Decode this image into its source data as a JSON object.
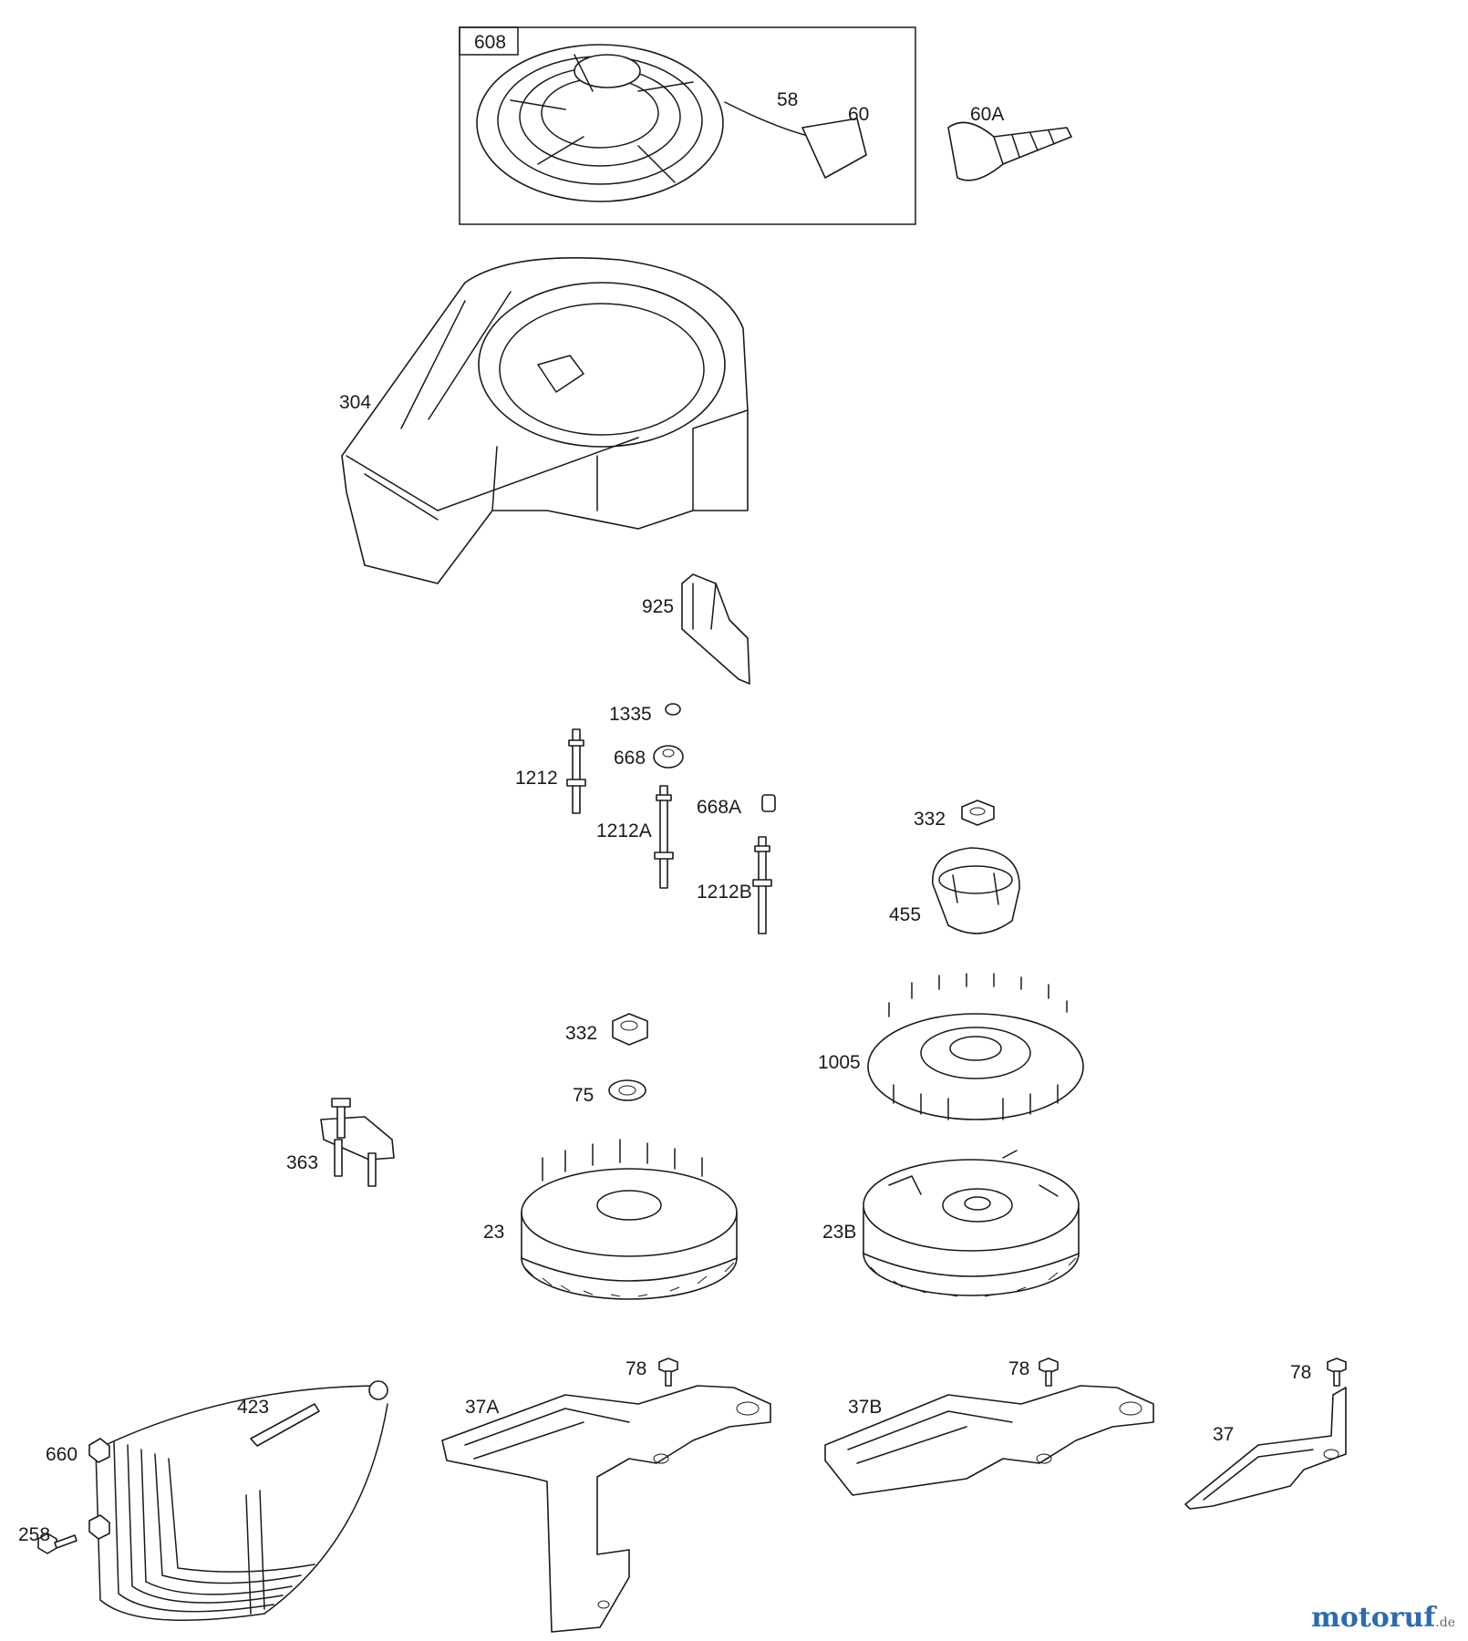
{
  "labels": {
    "l608": "608",
    "l58": "58",
    "l60": "60",
    "l60A": "60A",
    "l304": "304",
    "l925": "925",
    "l1335": "1335",
    "l668": "668",
    "l1212": "1212",
    "l668A": "668A",
    "l1212A": "1212A",
    "l1212B": "1212B",
    "l332a": "332",
    "l455": "455",
    "l332b": "332",
    "l75": "75",
    "l1005": "1005",
    "l363": "363",
    "l23": "23",
    "l23B": "23B",
    "l78a": "78",
    "l78b": "78",
    "l78c": "78",
    "l423": "423",
    "l37A": "37A",
    "l37B": "37B",
    "l37": "37",
    "l660": "660",
    "l258": "258"
  },
  "watermark": {
    "brand": "motoruf",
    "suffix": ".de"
  }
}
